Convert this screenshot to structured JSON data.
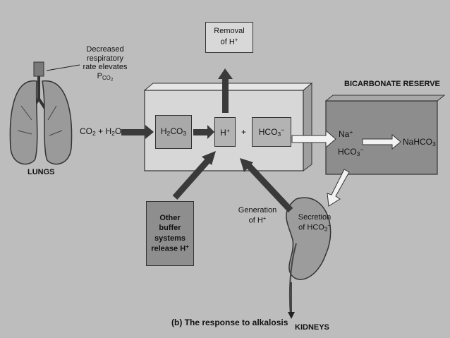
{
  "diagram": {
    "caption": "(b) The response to alkalosis",
    "lungs_label": "LUNGS",
    "kidneys_label": "KIDNEYS",
    "bicarbonate_reserve_title": "BICARBONATE RESERVE",
    "decreased_resp_lines": [
      "Decreased",
      "respiratory",
      "rate elevates"
    ],
    "pco2_base": "P",
    "pco2_sub": "CO",
    "pco2_sub2": "2",
    "removal_line1": "Removal",
    "removal_line2": "of H",
    "removal_sup": "+",
    "co2_base": "CO",
    "co2_sub": "2",
    "plus_text": " + ",
    "h2o_base": "H",
    "h2o_sub": "2",
    "h2o_tail": "O",
    "h2co3_h": "H",
    "h2co3_sub1": "2",
    "h2co3_mid": "CO",
    "h2co3_sub2": "3",
    "h_plus_base": "H",
    "h_plus_sup": "+",
    "center_plus": "+",
    "hco3_base": "HCO",
    "hco3_sub": "3",
    "hco3_sup": "−",
    "na_base": "Na",
    "na_sup": "+",
    "reserve_hco3_base": "HCO",
    "reserve_hco3_sub": "3",
    "reserve_hco3_sup": "−",
    "nahco3_base": "NaHCO",
    "nahco3_sub": "3",
    "other_buffer_lines": [
      "Other",
      "buffer",
      "systems",
      "release H"
    ],
    "other_buffer_sup": "+",
    "generation_line1": "Generation",
    "generation_line2": "of H",
    "generation_sup": "+",
    "secretion_line1": "Secretion",
    "secretion_line2": "of HCO",
    "secretion_sub": "3",
    "secretion_sup": "−"
  },
  "colors": {
    "background": "#bdbdbd",
    "dark_box": "#6f6f6f",
    "light_box": "#d4d4d4",
    "reserve_box": "#8a8a8a",
    "arrow_dark": "#3a3a3a",
    "text": "#111111"
  }
}
